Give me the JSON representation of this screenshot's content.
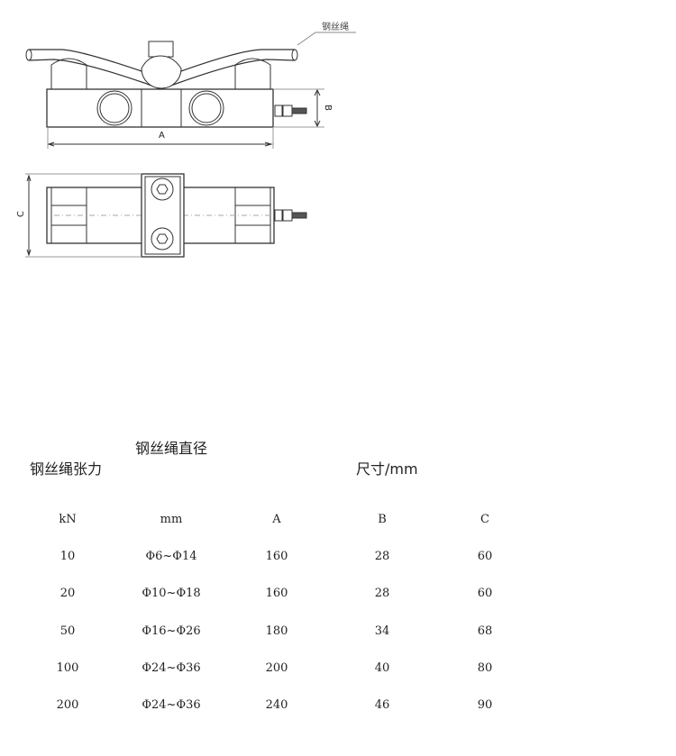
{
  "drawing": {
    "rope_label": "钢丝绳",
    "dim_a": "A",
    "dim_b": "B",
    "dim_c": "C"
  },
  "table": {
    "header_tension": "钢丝绳张力",
    "header_diameter": "钢丝绳直径",
    "header_dimensions": "尺寸/mm",
    "units": [
      "kN",
      "mm",
      "A",
      "B",
      "C"
    ],
    "rows": [
      [
        "10",
        "Φ6~Φ14",
        "160",
        "28",
        "60"
      ],
      [
        "20",
        "Φ10~Φ18",
        "160",
        "28",
        "60"
      ],
      [
        "50",
        "Φ16~Φ26",
        "180",
        "34",
        "68"
      ],
      [
        "100",
        "Φ24~Φ36",
        "200",
        "40",
        "80"
      ],
      [
        "200",
        "Φ24~Φ36",
        "240",
        "46",
        "90"
      ]
    ]
  }
}
